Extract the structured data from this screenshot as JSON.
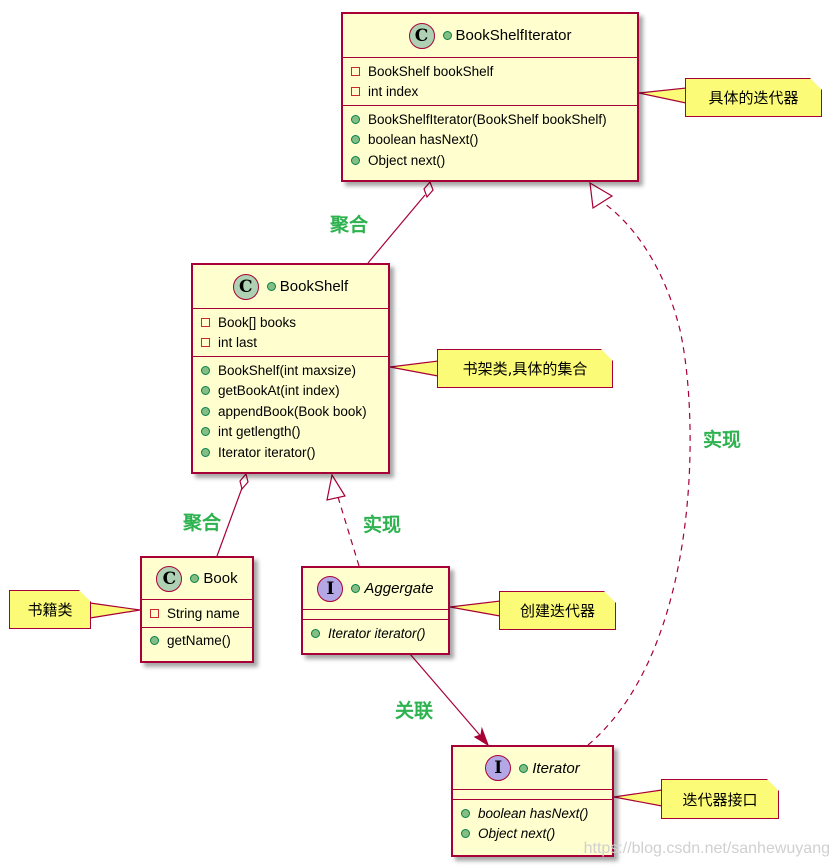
{
  "colors": {
    "box_fill": "#FEFECE",
    "border": "#A80036",
    "class_icon": "#ADD1B2",
    "interface_icon": "#B4A7E5",
    "note_fill": "#FBFB77",
    "label": "#2DB24F"
  },
  "classes": {
    "bookShelfIterator": {
      "kind": "C",
      "name": "BookShelfIterator",
      "fields": [
        "BookShelf bookShelf",
        "int index"
      ],
      "methods": [
        "BookShelfIterator(BookShelf bookShelf)",
        "boolean hasNext()",
        "Object next()"
      ]
    },
    "bookShelf": {
      "kind": "C",
      "name": "BookShelf",
      "fields": [
        "Book[] books",
        "int last"
      ],
      "methods": [
        "BookShelf(int maxsize)",
        "getBookAt(int index)",
        "appendBook(Book book)",
        "int getlength()",
        "Iterator iterator()"
      ]
    },
    "book": {
      "kind": "C",
      "name": "Book",
      "fields": [
        "String name"
      ],
      "methods": [
        "getName()"
      ]
    },
    "aggergate": {
      "kind": "I",
      "name": "Aggergate",
      "fields": [],
      "methods": [
        "Iterator iterator()"
      ]
    },
    "iterator": {
      "kind": "I",
      "name": "Iterator",
      "fields": [],
      "methods": [
        "boolean hasNext()",
        "Object next()"
      ]
    }
  },
  "notes": {
    "bookShelfIterator": "具体的迭代器",
    "bookShelf": "书架类,具体的集合",
    "book": "书籍类",
    "aggergate": "创建迭代器",
    "iterator": "迭代器接口"
  },
  "labels": {
    "agg1": "聚合",
    "agg2": "聚合",
    "impl1": "实现",
    "impl2": "实现",
    "assoc": "关联"
  },
  "watermark": "https://blog.csdn.net/sanhewuyang"
}
